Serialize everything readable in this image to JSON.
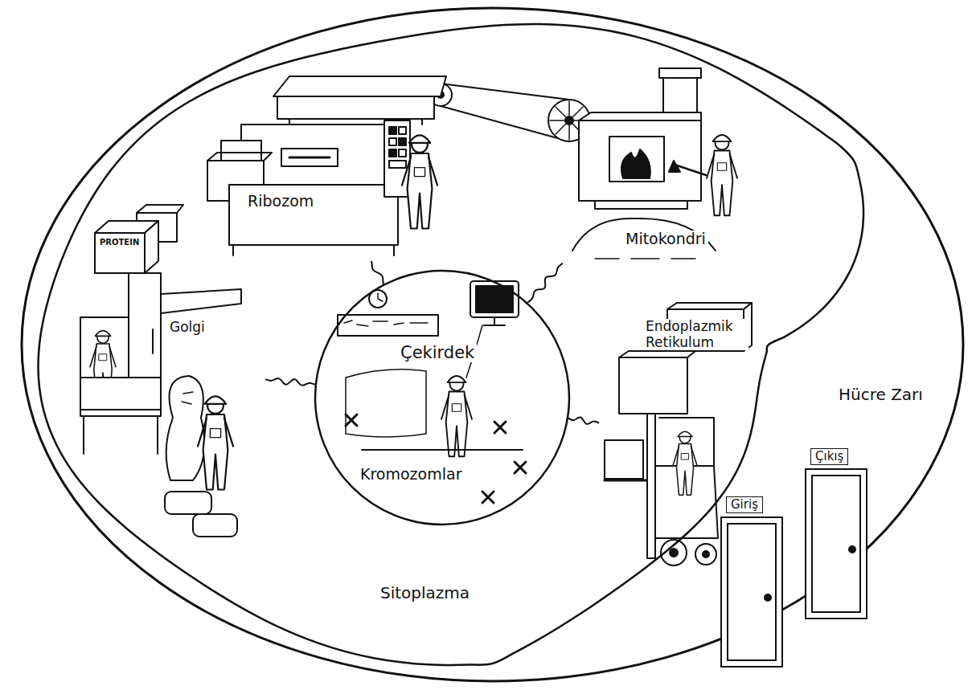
{
  "diagram": {
    "nodes": [
      {
        "text": [
          "Hücre Zarı"
        ]
      },
      {
        "text": [
          "Sitoplazma"
        ],
        "in": 0
      },
      {
        "text": [
          "Ribozom"
        ],
        "in": 1
      },
      {
        "text": [
          "Mitokondri"
        ],
        "in": 1
      },
      {
        "text": [
          "Golgi"
        ],
        "in": 1
      },
      {
        "text": [
          "Çekirdek",
          "Kromozomlar"
        ],
        "in": 1
      },
      {
        "text": [
          "Endoplazmik Retikulum"
        ],
        "in": 1
      },
      {
        "text": [
          "Giriş"
        ],
        "in": 0
      },
      {
        "text": [
          "Çıkış"
        ],
        "in": 0
      }
    ],
    "edges": [
      {
        "from": 5,
        "to": 2,
        "arrow": "none"
      },
      {
        "from": 5,
        "to": 3,
        "arrow": "none"
      },
      {
        "from": 5,
        "to": 4,
        "arrow": "none"
      },
      {
        "from": 5,
        "to": 6,
        "arrow": "none"
      }
    ],
    "labels": [
      "PROTEIN"
    ]
  }
}
